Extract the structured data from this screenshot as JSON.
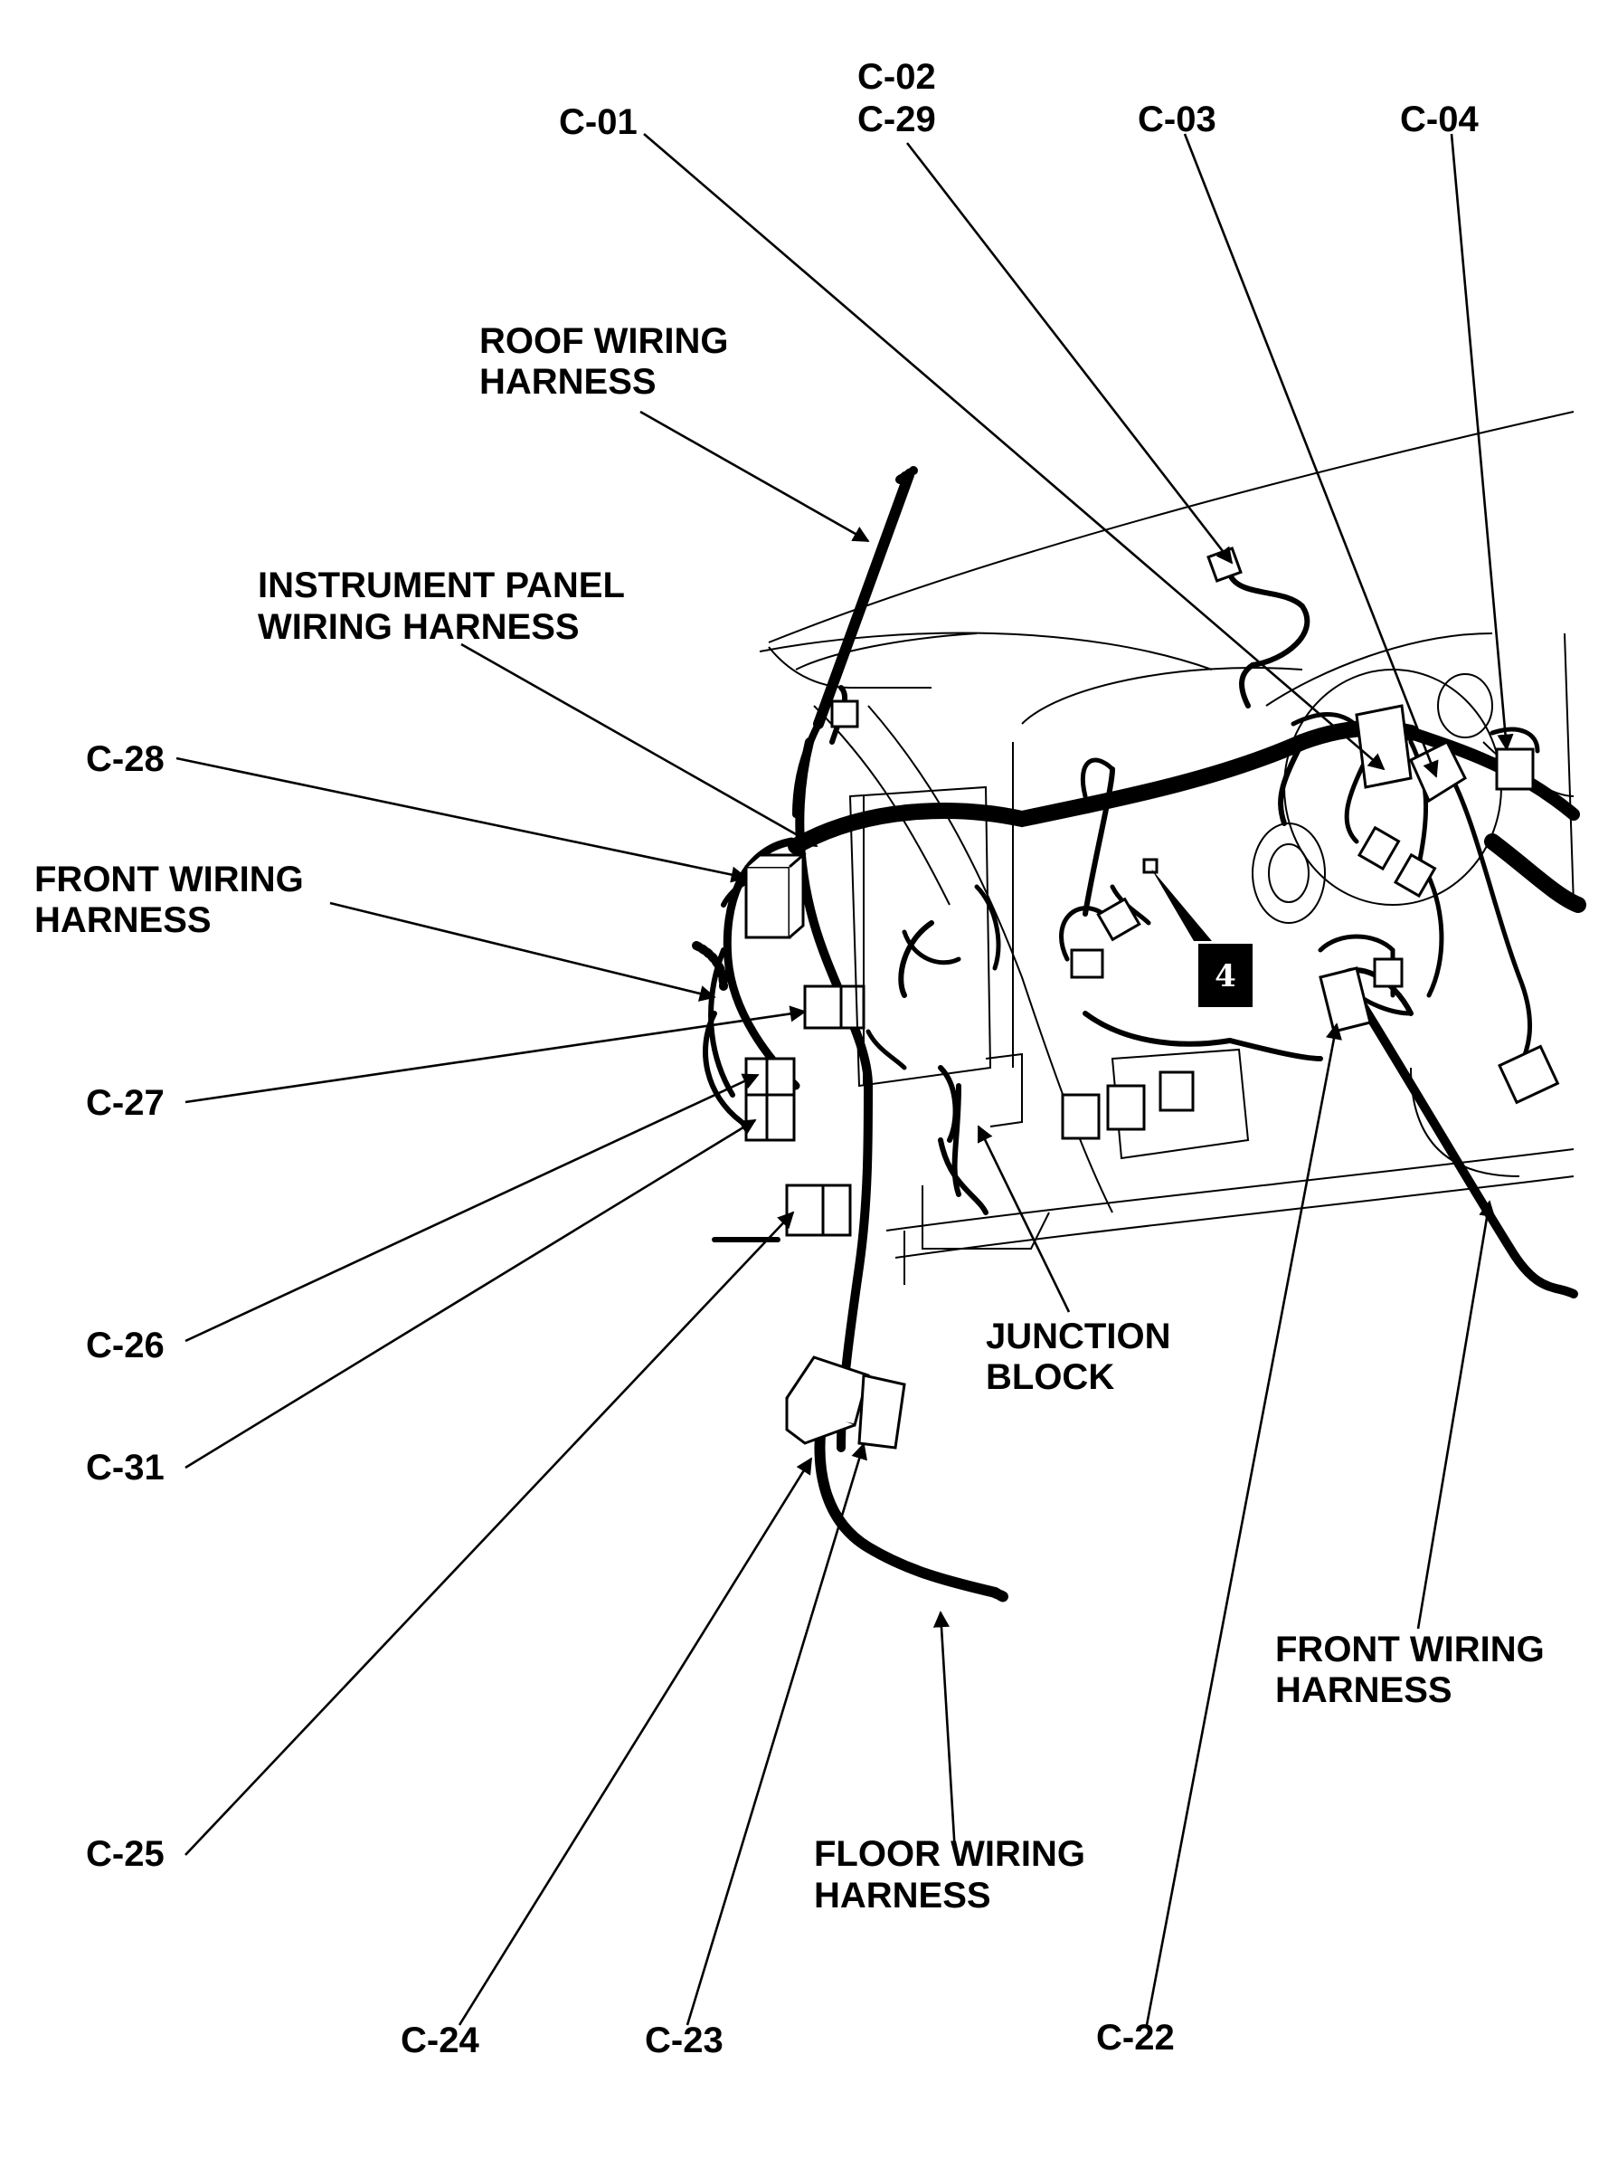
{
  "labels": {
    "c02": "C-02",
    "c29": "C-29",
    "c01": "C-01",
    "c03": "C-03",
    "c04": "C-04",
    "roof1": "ROOF WIRING",
    "roof2": "HARNESS",
    "ip1": "INSTRUMENT PANEL",
    "ip2": "WIRING HARNESS",
    "c28": "C-28",
    "fw1_1": "FRONT WIRING",
    "fw1_2": "HARNESS",
    "c27": "C-27",
    "c26": "C-26",
    "c31": "C-31",
    "jb1": "JUNCTION",
    "jb2": "BLOCK",
    "fw2_1": "FRONT WIRING",
    "fw2_2": "HARNESS",
    "c25": "C-25",
    "fl1": "FLOOR WIRING",
    "fl2": "HARNESS",
    "c24": "C-24",
    "c23": "C-23",
    "c22": "C-22",
    "callout": "4"
  }
}
